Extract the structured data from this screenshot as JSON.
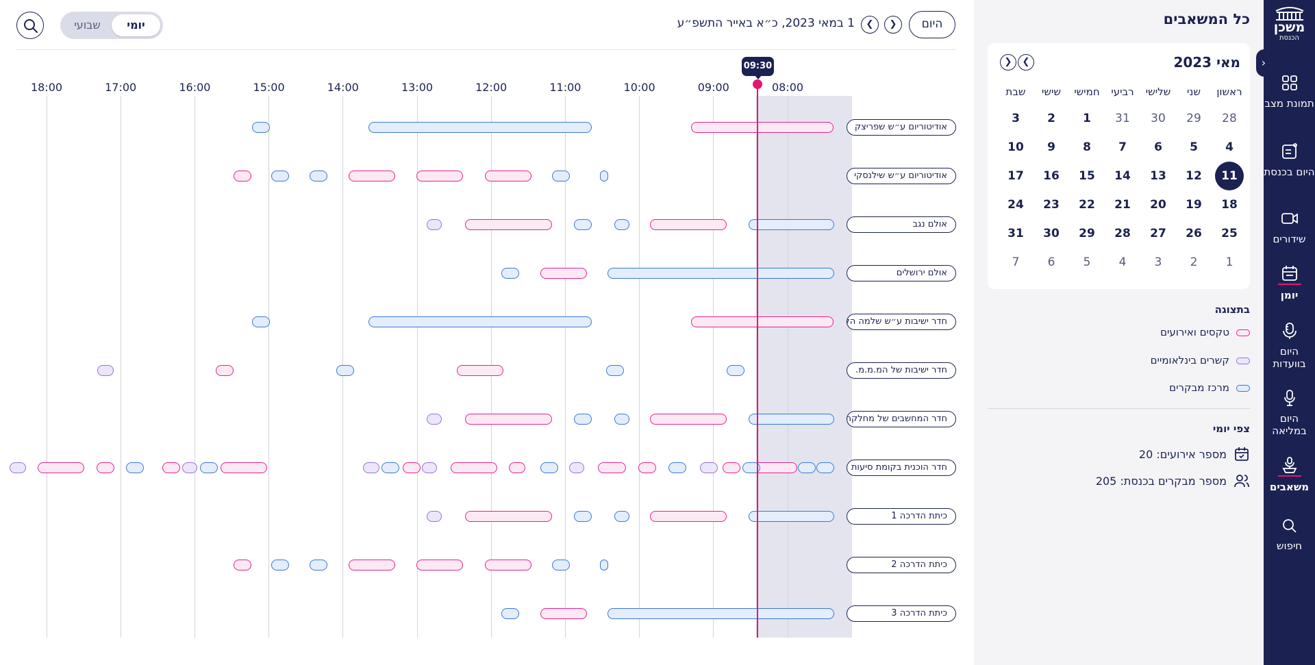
{
  "header": {
    "today_label": "היום",
    "date_label": "1 במאי 2023, כ״א באייר התשפ״ע",
    "view_toggle": {
      "daily": "יומי",
      "weekly": "שבועי",
      "selected": "daily"
    },
    "current_time": "09:30"
  },
  "hours": [
    "18:00",
    "17:00",
    "16:00",
    "15:00",
    "14:00",
    "13:00",
    "12:00",
    "11:00",
    "10:00",
    "09:00",
    "08:00"
  ],
  "rooms": [
    "אודיטוריום ע״ש שפריצק",
    "אודיטוריום ע״ש שילנסקי",
    "אולם נגב",
    "אולם ירושלים",
    "חדר ישיבות ע״ש שלמה הלל",
    "חדר ישיבות של המ.מ.מ.",
    "חדר המחשבים של מחלקת..",
    "חדר הוכנית בקומת סיעות",
    "כיתת הדרכה 1",
    "כיתת הדרכה 2",
    "כיתת הדרכה 3"
  ],
  "panel": {
    "title": "כל המשאבים",
    "calendar": {
      "month_label": "מאי 2023",
      "weekdays": [
        "ראשון",
        "שני",
        "שלישי",
        "רביעי",
        "חמישי",
        "שישי",
        "שבת"
      ],
      "weeks": [
        [
          "28",
          "29",
          "30",
          "31",
          "1",
          "2",
          "3"
        ],
        [
          "4",
          "5",
          "6",
          "7",
          "8",
          "9",
          "10"
        ],
        [
          "11",
          "12",
          "13",
          "14",
          "15",
          "16",
          "17"
        ],
        [
          "18",
          "19",
          "20",
          "21",
          "22",
          "23",
          "24"
        ],
        [
          "25",
          "26",
          "27",
          "28",
          "29",
          "30",
          "31"
        ],
        [
          "1",
          "2",
          "3",
          "4",
          "5",
          "6",
          "7"
        ]
      ],
      "selected_day": "11"
    },
    "legend_title": "בתצוגה",
    "legend": [
      {
        "label": "טקסים ואירועים",
        "color": "#e5208f"
      },
      {
        "label": "קשרים בינלאומיים",
        "color": "#9a6fd7"
      },
      {
        "label": "מרכז מבקרים",
        "color": "#3a78d4"
      }
    ],
    "daily_title": "צפי יומי",
    "events_count": "מספר אירועים: 20",
    "visitors_count": "מספר מבקרים בכנסת: 205"
  },
  "nav": {
    "logo_line1": "משכן",
    "logo_line2": "הכנסת",
    "items": [
      {
        "label": "תמונת מצב",
        "icon": "grid-icon"
      },
      {
        "label": "היום בכנסת",
        "icon": "notes-icon"
      },
      {
        "label": "שידורים",
        "icon": "video-icon"
      },
      {
        "label": "יומן",
        "icon": "calendar-icon",
        "active": true
      },
      {
        "label": "היום בוועדות",
        "icon": "microphone-icon"
      },
      {
        "label": "היום במליאה",
        "icon": "mic-stand-icon"
      },
      {
        "label": "משאבים",
        "icon": "podium-icon",
        "active": true
      },
      {
        "label": "חיפוש",
        "icon": "search-icon"
      }
    ]
  },
  "colors": {
    "primary": "#1b2150",
    "accent": "#e5166f",
    "pink": "#e5208f",
    "purple": "#9a6fd7",
    "blue": "#3a78d4"
  }
}
